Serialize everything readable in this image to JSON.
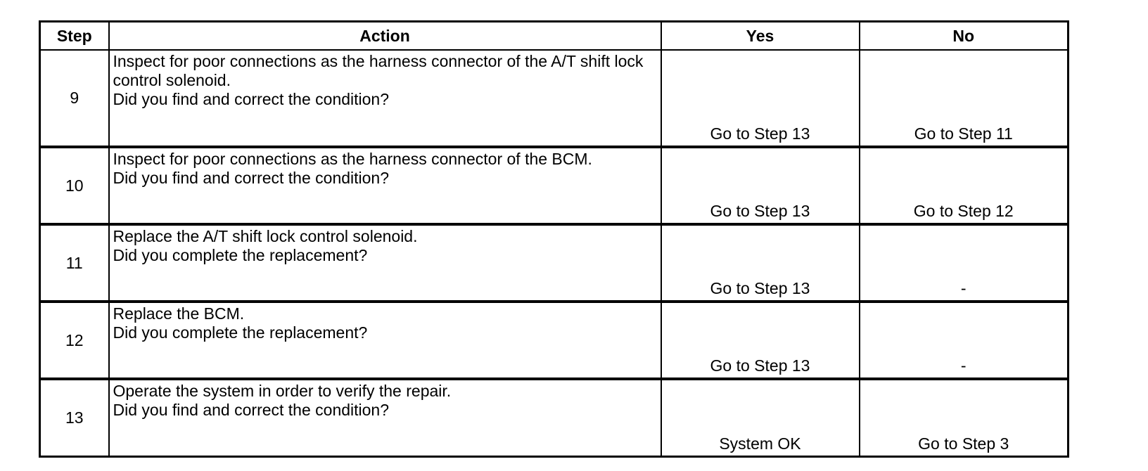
{
  "table": {
    "headers": {
      "step": "Step",
      "action": "Action",
      "yes": "Yes",
      "no": "No"
    },
    "rows": [
      {
        "step": "9",
        "instruction": "Inspect for poor connections as the harness connector of the A/T shift lock control solenoid.",
        "question": "Did you find and correct the condition?",
        "yes": "Go to Step 13",
        "no": "Go to Step 11"
      },
      {
        "step": "10",
        "instruction": "Inspect for poor connections as the harness connector of the BCM.",
        "question": "Did you find and correct the condition?",
        "yes": "Go to Step 13",
        "no": "Go to Step 12"
      },
      {
        "step": "11",
        "instruction": "Replace the A/T shift lock control solenoid.",
        "question": "Did you complete the replacement?",
        "yes": "Go to Step 13",
        "no": "-"
      },
      {
        "step": "12",
        "instruction": "Replace the BCM.",
        "question": "Did you complete the replacement?",
        "yes": "Go to Step 13",
        "no": "-"
      },
      {
        "step": "13",
        "instruction": "Operate the system in order to verify the repair.",
        "question": "Did you find and correct the condition?",
        "yes": "System OK",
        "no": "Go to Step 3"
      }
    ]
  }
}
